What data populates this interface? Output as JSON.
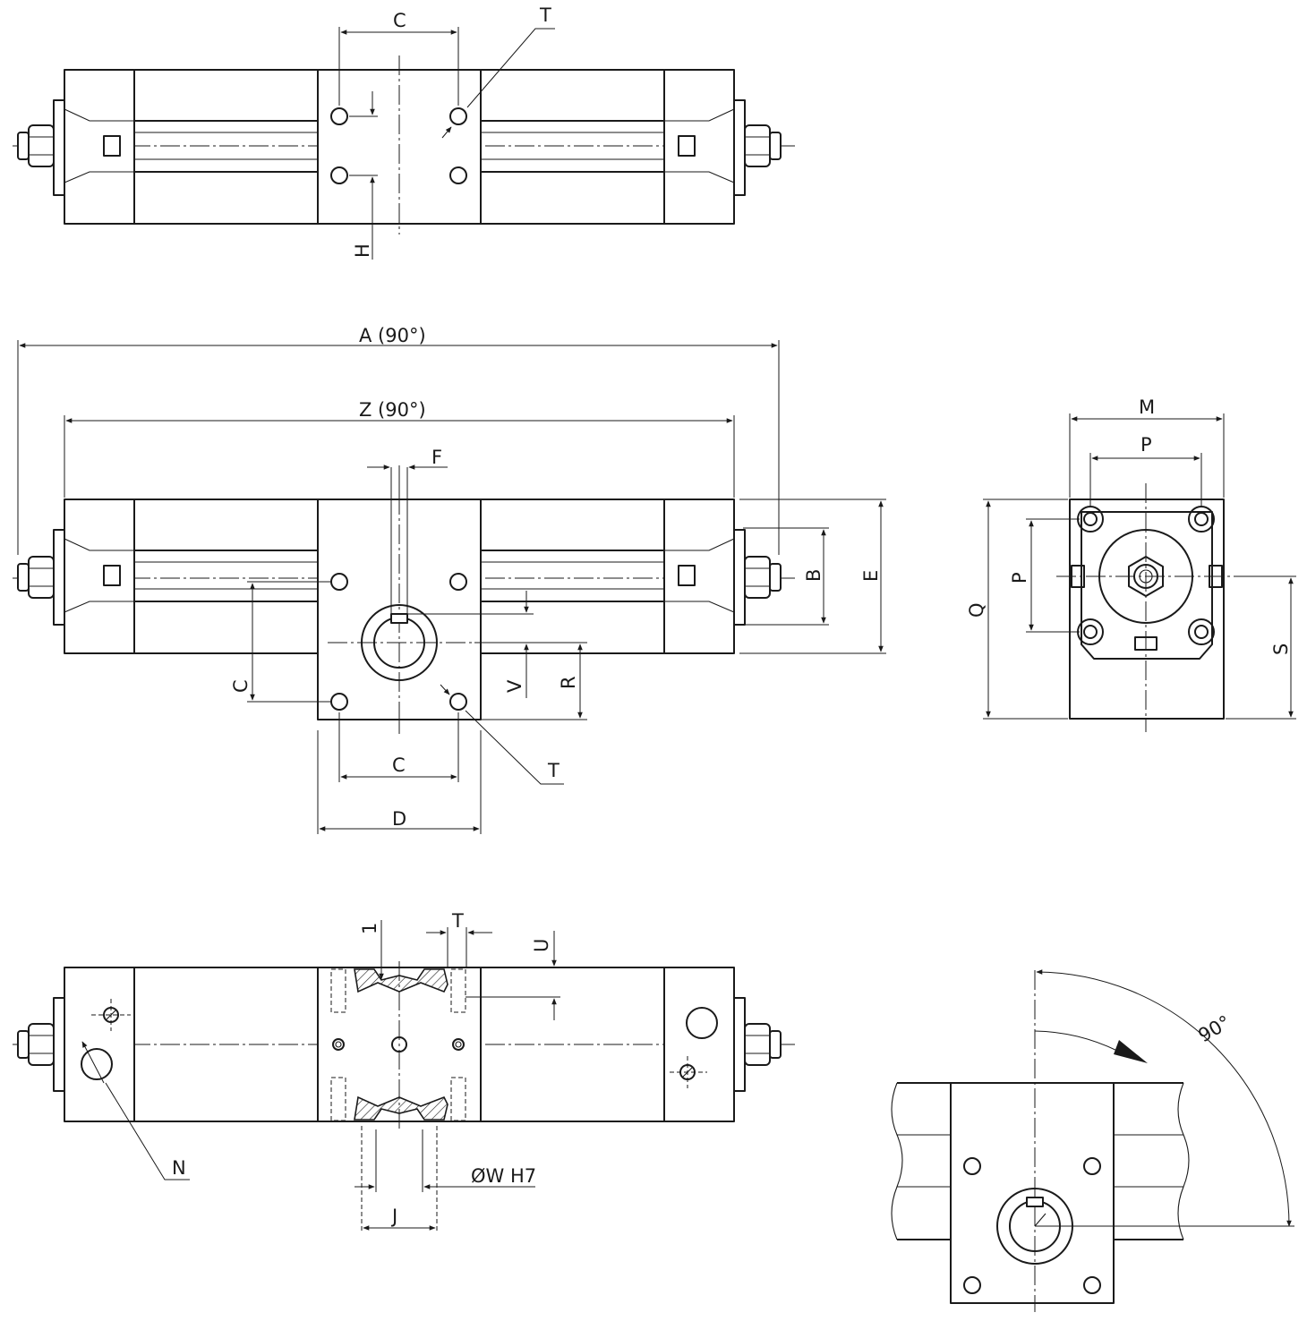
{
  "labels": {
    "top_C": "C",
    "top_T": "T",
    "top_H": "H",
    "A": "A (90°)",
    "Z": "Z (90°)",
    "F": "F",
    "B": "B",
    "E": "E",
    "front_C_left": "C",
    "V": "V",
    "R": "R",
    "front_C_bottom": "C",
    "front_T": "T",
    "D": "D",
    "M": "M",
    "P_horizontal": "P",
    "P_vertical": "P",
    "Q": "Q",
    "S": "S",
    "one": "1",
    "bottom_T": "T",
    "U": "U",
    "N": "N",
    "W": "ØW H7",
    "J": "J",
    "angle": "90°"
  }
}
